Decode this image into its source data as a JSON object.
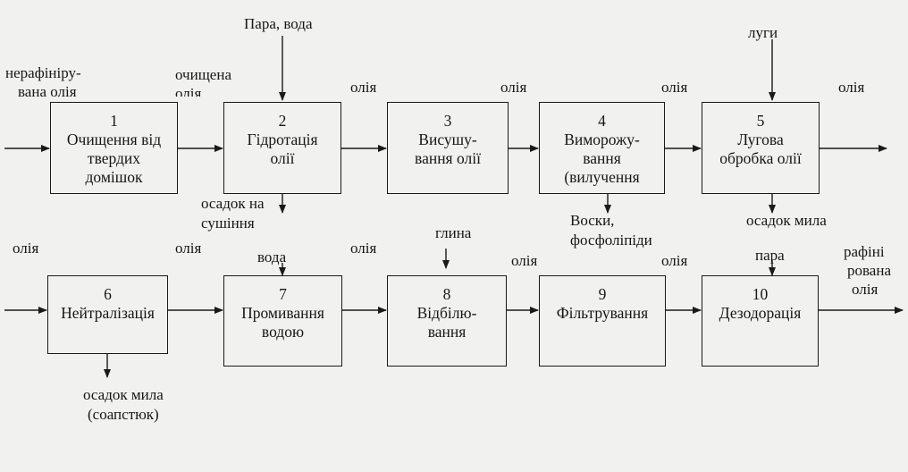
{
  "diagram": {
    "steps": [
      {
        "num": "1",
        "text": "Очищення від\nтвердих\nдомішок"
      },
      {
        "num": "2",
        "text": "Гідротація\nолії"
      },
      {
        "num": "3",
        "text": "Висушу-\nвання олії"
      },
      {
        "num": "4",
        "text": "Виморожу-\nвання\n(вилучення"
      },
      {
        "num": "5",
        "text": "Лугова\nобробка олії"
      },
      {
        "num": "6",
        "text": "Нейтралізація"
      },
      {
        "num": "7",
        "text": "Промивання\nводою"
      },
      {
        "num": "8",
        "text": "Відбілю-\nвання"
      },
      {
        "num": "9",
        "text": "Фільтрування"
      },
      {
        "num": "10",
        "text": "Дезодорація"
      }
    ],
    "labels": {
      "input_oil_line1": "нерафініру-",
      "input_oil_line2": "вана олія",
      "cleaned_line1": "очищена",
      "cleaned_line2": "олія",
      "steam_water": "Пара, вода",
      "oil_2_3": "олія",
      "oil_3_4": "олія",
      "oil_4_5": "олія",
      "oil_out_5": "олія",
      "alkali": "луги",
      "sediment_drying_line1": "осадок на",
      "sediment_drying_line2": "сушіння",
      "waxes_line1": "Воски,",
      "waxes_line2": "фосфоліпіди",
      "soap_sediment_5": "осадок мила",
      "oil_in_6": "олія",
      "oil_6_7": "олія",
      "water_7": "вода",
      "oil_7_8": "олія",
      "clay": "глина",
      "oil_8_9": "олія",
      "oil_9_10": "олія",
      "steam_10": "пара",
      "refined_line1": "рафіні",
      "refined_line2": "рована",
      "refined_line3": "олія",
      "soap_sediment_6_line1": "осадок мила",
      "soap_sediment_6_line2": "(соапстюк)"
    }
  }
}
